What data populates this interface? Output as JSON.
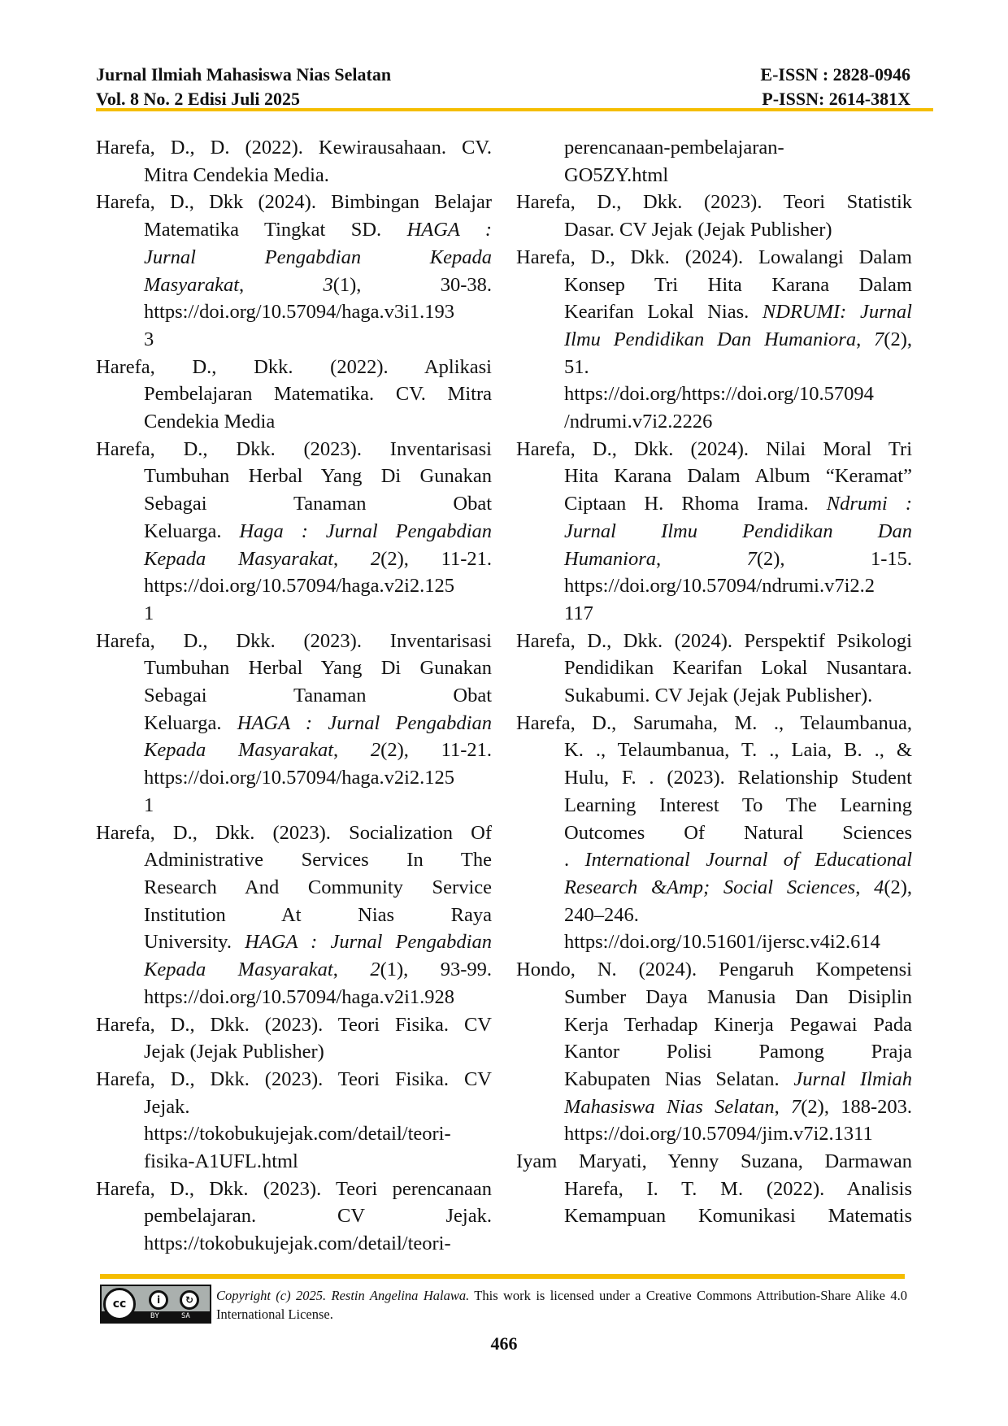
{
  "header": {
    "journal": "Jurnal Ilmiah Mahasiswa Nias Selatan",
    "issue": "Vol. 8 No. 2 Edisi Juli 2025",
    "eissn": "E-ISSN : 2828-0946",
    "pissn": "P-ISSN: 2614-381X"
  },
  "colors": {
    "accent": "#f5bd00"
  },
  "refs": {
    "left": [
      {
        "lines": [
          [
            "Harefa, D., D. (2022). Kewirausahaan. CV."
          ],
          [
            "Mitra Cendekia Media."
          ]
        ]
      },
      {
        "lines": [
          [
            "Harefa, D., Dkk (2024). Bimbingan Belajar"
          ],
          [
            "Matematika Tingkat SD. ",
            {
              "i": "HAGA :"
            }
          ],
          [
            {
              "i": "Jurnal Pengabdian Kepada"
            }
          ],
          [
            {
              "i": "Masyarakat"
            },
            ", ",
            {
              "i": "3"
            },
            "(1), 30-38."
          ],
          [
            "https://doi.org/10.57094/haga.v3i1.193"
          ],
          [
            "3"
          ]
        ]
      },
      {
        "lines": [
          [
            "Harefa, D., Dkk. (2022). Aplikasi"
          ],
          [
            "Pembelajaran Matematika. CV. Mitra"
          ],
          [
            "Cendekia Media"
          ]
        ]
      },
      {
        "lines": [
          [
            "Harefa, D., Dkk. (2023). Inventarisasi"
          ],
          [
            "Tumbuhan Herbal Yang Di Gunakan"
          ],
          [
            "Sebagai Tanaman Obat"
          ],
          [
            "Keluarga. ",
            {
              "i": "Haga : Jurnal Pengabdian"
            }
          ],
          [
            {
              "i": "Kepada Masyarakat"
            },
            ", ",
            {
              "i": "2"
            },
            "(2), 11-21."
          ],
          [
            "https://doi.org/10.57094/haga.v2i2.125"
          ],
          [
            "1"
          ]
        ]
      },
      {
        "lines": [
          [
            "Harefa, D., Dkk. (2023). Inventarisasi"
          ],
          [
            "Tumbuhan Herbal Yang Di Gunakan"
          ],
          [
            "Sebagai Tanaman Obat"
          ],
          [
            "Keluarga. ",
            {
              "i": "HAGA : Jurnal Pengabdian"
            }
          ],
          [
            {
              "i": "Kepada Masyarakat"
            },
            ", ",
            {
              "i": "2"
            },
            "(2), 11-21."
          ],
          [
            "https://doi.org/10.57094/haga.v2i2.125"
          ],
          [
            "1"
          ]
        ]
      },
      {
        "lines": [
          [
            "Harefa, D., Dkk. (2023). Socialization Of"
          ],
          [
            "Administrative Services In The"
          ],
          [
            "Research And Community Service"
          ],
          [
            "Institution At Nias Raya"
          ],
          [
            "University. ",
            {
              "i": "HAGA : Jurnal Pengabdian"
            }
          ],
          [
            {
              "i": "Kepada Masyarakat"
            },
            ", ",
            {
              "i": "2"
            },
            "(1), 93-99."
          ],
          [
            "https://doi.org/10.57094/haga.v2i1.928"
          ]
        ]
      },
      {
        "lines": [
          [
            "Harefa, D., Dkk. (2023). Teori Fisika. CV"
          ],
          [
            "Jejak (Jejak Publisher)"
          ]
        ]
      },
      {
        "lines": [
          [
            "Harefa, D., Dkk. (2023). Teori Fisika. CV"
          ],
          [
            "Jejak."
          ],
          [
            "https://tokobukujejak.com/detail/teori-"
          ],
          [
            "fisika-A1UFL.html"
          ]
        ]
      },
      {
        "lines": [
          [
            "Harefa, D., Dkk. (2023). Teori perencanaan"
          ],
          [
            "pembelajaran. CV Jejak."
          ],
          [
            "https://tokobukujejak.com/detail/teori-"
          ]
        ]
      }
    ],
    "right": [
      {
        "continued": true,
        "lines": [
          [
            "perencanaan-pembelajaran-"
          ],
          [
            "GO5ZY.html"
          ]
        ]
      },
      {
        "lines": [
          [
            "Harefa, D., Dkk. (2023). Teori Statistik"
          ],
          [
            "Dasar. CV Jejak (Jejak Publisher)"
          ]
        ]
      },
      {
        "lines": [
          [
            "Harefa, D., Dkk. (2024). Lowalangi Dalam"
          ],
          [
            "Konsep Tri Hita Karana Dalam"
          ],
          [
            "Kearifan Lokal Nias. ",
            {
              "i": "NDRUMI: Jurnal"
            }
          ],
          [
            {
              "i": "Ilmu Pendidikan Dan Humaniora"
            },
            ", ",
            {
              "i": "7"
            },
            "(2),"
          ],
          [
            "51."
          ],
          [
            "https://doi.org/https://doi.org/10.57094"
          ],
          [
            "/ndrumi.v7i2.2226"
          ]
        ]
      },
      {
        "lines": [
          [
            "Harefa, D., Dkk. (2024). Nilai Moral Tri"
          ],
          [
            "Hita Karana Dalam Album “Keramat”"
          ],
          [
            "Ciptaan H. Rhoma Irama. ",
            {
              "i": "Ndrumi :"
            }
          ],
          [
            {
              "i": "Jurnal Ilmu Pendidikan Dan"
            }
          ],
          [
            {
              "i": "Humaniora"
            },
            ", ",
            {
              "i": "7"
            },
            "(2), 1-15."
          ],
          [
            "https://doi.org/10.57094/ndrumi.v7i2.2"
          ],
          [
            "117"
          ]
        ]
      },
      {
        "lines": [
          [
            "Harefa, D., Dkk. (2024). Perspektif Psikologi"
          ],
          [
            "Pendidikan Kearifan Lokal Nusantara."
          ],
          [
            "Sukabumi. CV Jejak (Jejak Publisher)."
          ]
        ]
      },
      {
        "lines": [
          [
            "Harefa, D., Sarumaha, M. ., Telaumbanua,"
          ],
          [
            "K. ., Telaumbanua, T. ., Laia, B. ., &"
          ],
          [
            "Hulu, F. . (2023). Relationship Student"
          ],
          [
            "Learning Interest To The Learning"
          ],
          [
            "Outcomes Of Natural Sciences"
          ],
          [
            ". ",
            {
              "i": "International Journal of Educational"
            }
          ],
          [
            {
              "i": "Research &Amp; Social Sciences"
            },
            ", ",
            {
              "i": "4"
            },
            "(2),"
          ],
          [
            "240–246."
          ],
          [
            "https://doi.org/10.51601/ijersc.v4i2.614"
          ]
        ]
      },
      {
        "lines": [
          [
            "Hondo, N. (2024). Pengaruh Kompetensi"
          ],
          [
            "Sumber Daya Manusia Dan Disiplin"
          ],
          [
            "Kerja Terhadap Kinerja Pegawai Pada"
          ],
          [
            "Kantor Polisi Pamong Praja"
          ],
          [
            "Kabupaten Nias Selatan. ",
            {
              "i": "Jurnal Ilmiah"
            }
          ],
          [
            {
              "i": "Mahasiswa Nias Selatan"
            },
            ", ",
            {
              "i": "7"
            },
            "(2), 188-203."
          ],
          [
            "https://doi.org/10.57094/jim.v7i2.1311"
          ]
        ]
      },
      {
        "continues": true,
        "lines": [
          [
            "Iyam Maryati, Yenny Suzana, Darmawan"
          ],
          [
            "Harefa, I. T. M. (2022). Analisis"
          ],
          [
            "Kemampuan Komunikasi Matematis"
          ]
        ]
      }
    ]
  },
  "footer": {
    "license_badge": {
      "cc": "cc",
      "by": "BY",
      "sa": "SA",
      "icon": "cc-by-sa-icon"
    },
    "copyright_italic": "Copyright (c) 2025. Restin Angelina Halawa.",
    "copyright_text": " This work is licensed under a Creative Commons Attribution-Share Alike 4.0 International License.",
    "page_number": "466"
  }
}
